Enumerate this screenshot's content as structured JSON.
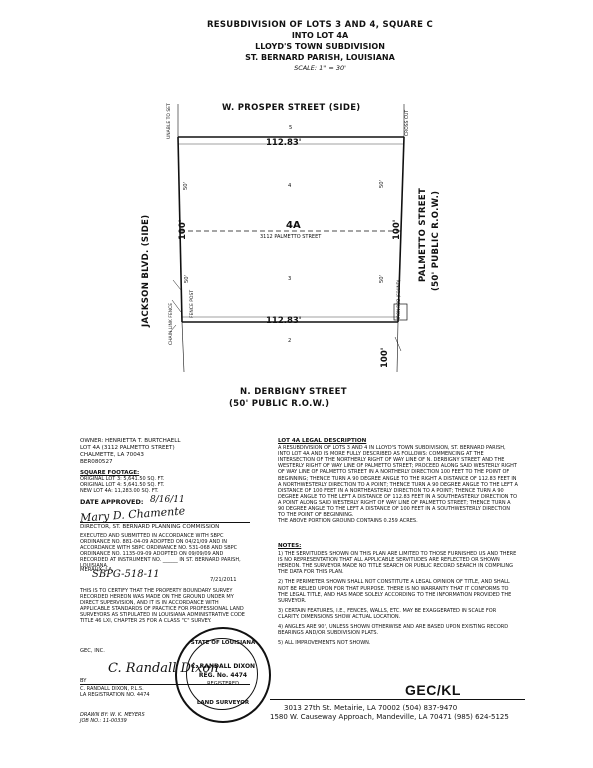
{
  "title": {
    "line1": "RESUBDIVISION OF LOTS 3 AND 4, SQUARE C",
    "line2": "INTO LOT 4A",
    "line3": "LLOYD'S TOWN SUBDIVISION",
    "line4": "ST. BERNARD PARISH, LOUISIANA",
    "scale": "SCALE: 1\" = 30'"
  },
  "plat": {
    "street_top": "W. PROSPER STREET (SIDE)",
    "street_left": "JACKSON BLVD. (SIDE)",
    "street_right_1": "PALMETTO STREET",
    "street_right_2": "(50' PUBLIC R.O.W.)",
    "street_bottom_1": "N. DERBIGNY STREET",
    "street_bottom_2": "(50' PUBLIC R.O.W.)",
    "dim_top": "112.83'",
    "dim_bottom": "112.83'",
    "dim_left": "100'",
    "dim_right": "100'",
    "dim_lower": "100'",
    "lot_top": "5",
    "lot_middle": "4",
    "lot_new": "4A",
    "lot_address": "3112 PALMETTO STREET",
    "lot_lower": "3",
    "lot_bottom": "2",
    "left_50a": "50'",
    "left_50b": "50'",
    "right_50a": "50'",
    "right_50b": "50'",
    "note_unable": "UNABLE TO SET",
    "note_cross": "CROSS CUT",
    "note_fence_post": "FENCE POST",
    "note_chain_link": "CHAIN LINK FENCE",
    "note_iron_rod": "IRON ROD (FOUND)"
  },
  "owner": {
    "line1": "OWNER: HENRIETTA T. BURTCHAELL",
    "line2": "LOT 4A (3112 PALMETTO STREET)",
    "line3": "CHALMETTE, LA 70043",
    "line4": "BER080527"
  },
  "footage": {
    "header": "SQUARE FOOTAGE:",
    "l1": "ORIGINAL LOT 3: 5,641.50 SQ. FT.",
    "l2": "ORIGINAL LOT 4: 5,641.50 SQ. FT.",
    "l3": "NEW LOT 4A: 11,283.00 SQ. FT."
  },
  "approval": {
    "date_label": "DATE APPROVED:",
    "date_value": "8/16/11",
    "signature": "Mary D. Chamente",
    "director": "DIRECTOR, ST. BERNARD PLANNING COMMISSION",
    "exec_text": "EXECUTED AND SUBMITTED IN ACCORDANCE WITH SBPC ORDINANCE NO. 881-04-09 ADOPTED ON 04/21/09 AND IN ACCORDANCE WITH SBPC ORDINANCE NO. 531-068 AND SBPC ORDINANCE NO. 1135-09-09 ADOPTED ON 09/09/09 AND RECORDED AT INSTRUMENT NO. ______ IN ST. BERNARD PARISH, LOUISIANA.",
    "meraux": "MERAUX, LA",
    "date2": "7/21/2011",
    "sbpg": "SBPG-518-11",
    "certify": "THIS IS TO CERTIFY THAT THE PROPERTY BOUNDARY SURVEY RECORDED HEREON WAS MADE ON THE GROUND UNDER MY DIRECT SUPERVISION, AND IT IS IN ACCORDANCE WITH APPLICABLE STANDARDS OF PRACTICE FOR PROFESSIONAL LAND SURVEYORS AS STIPULATED IN LOUISIANA ADMINISTRATIVE CODE TITLE 46 LXI, CHAPTER 25 FOR A CLASS \"C\" SURVEY."
  },
  "surveyor": {
    "firm": "GEC, INC.",
    "signature": "C. Randall Dixon",
    "by": "BY",
    "name": "C. RANDALL DIXON, P.L.S.",
    "reg": "LA REGISTRATION NO. 4474",
    "drawn": "DRAWN BY: W. K. MEYERS",
    "job": "JOB NO.: 11-00339"
  },
  "seal": {
    "top": "STATE OF LOUISIANA",
    "name": "C. RANDALL DIXON",
    "reg": "REG. No. 4474",
    "registered": "REGISTERED",
    "bottom": "LAND SURVEYOR"
  },
  "legal": {
    "header": "LOT 4A LEGAL DESCRIPTION",
    "text": "A RESUBDIVISION OF LOTS 3 AND 4 IN LLOYD'S TOWN SUBDIVISION, ST. BERNARD PARISH, INTO LOT 4A AND IS MORE FULLY DESCRIBED AS FOLLOWS: COMMENCING AT THE INTERSECTION OF THE NORTHERLY RIGHT OF WAY LINE OF N. DERBIGNY STREET AND THE WESTERLY RIGHT OF WAY LINE OF PALMETTO STREET; PROCEED ALONG SAID WESTERLY RIGHT OF WAY LINE OF PALMETTO STREET IN A NORTHERLY DIRECTION 100 FEET TO THE POINT OF BEGINNING; THENCE TURN A 90 DEGREE ANGLE TO THE RIGHT A DISTANCE OF 112.83 FEET IN A NORTHWESTERLY DIRECTION TO A POINT; THENCE TURN A 90 DEGREE ANGLE TO THE LEFT A DISTANCE OF 100 FEET IN A NORTHEASTERLY DIRECTION TO A POINT; THENCE TURN A 90 DEGREE ANGLE TO THE LEFT A DISTANCE OF 112.83 FEET IN A SOUTHEASTERLY DIRECTION TO A POINT ALONG SAID WESTERLY RIGHT OF WAY LINE OF PALMETTO STREET; THENCE TURN A 90 DEGREE ANGLE TO THE LEFT A DISTANCE OF 100 FEET IN A SOUTHWESTERLY DIRECTION TO THE POINT OF BEGINNING.",
    "area": "THE ABOVE PORTION GROUND CONTAINS 0.259 ACRES."
  },
  "notes": {
    "header": "NOTES:",
    "n1": "1) THE SERVITUDES SHOWN ON THIS PLAN ARE LIMITED TO THOSE FURNISHED US AND THERE IS NO REPRESENTATION THAT ALL APPLICABLE SERVITUDES ARE REFLECTED OR SHOWN HEREON. THE SURVEYOR MADE NO TITLE SEARCH OR PUBLIC RECORD SEARCH IN COMPILING THE DATA FOR THIS PLAN.",
    "n2": "2) THE PERIMETER SHOWN SHALL NOT CONSTITUTE A LEGAL OPINION OF TITLE, AND SHALL NOT BE RELIED UPON FOR THAT PURPOSE. THERE IS NO WARRANTY THAT IT CONFORMS TO THE LEGAL TITLE, AND HAS MADE SOLELY ACCORDING TO THE INFORMATION PROVIDED THE SURVEYOR.",
    "n3": "3) CERTAIN FEATURES, I.E., FENCES, WALLS, ETC. MAY BE EXAGGERATED IN SCALE FOR CLARITY. DIMENSIONS SHOW ACTUAL LOCATION.",
    "n4": "4) ANGLES ARE 90', UNLESS SHOWN OTHERWISE AND ARE BASED UPON EXISTING RECORD BEARINGS AND/OR SUBDIVISION PLATS.",
    "n5": "5) ALL IMPROVEMENTS NOT SHOWN."
  },
  "company": {
    "logo": "GEC/KL",
    "addr1": "3013 27th St.  Metairie, LA 70002  (504) 837-9470",
    "addr2": "1580 W. Causeway Approach, Mandeville, LA 70471  (985) 624-5125"
  }
}
